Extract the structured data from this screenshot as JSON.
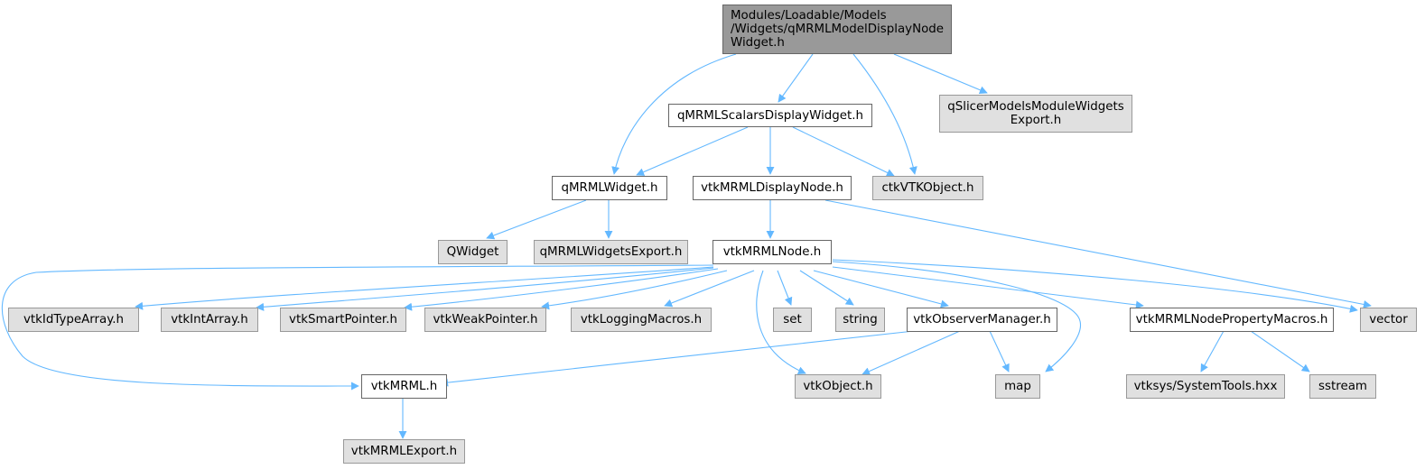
{
  "colors": {
    "edge": "#63b8ff",
    "root_fill": "#999999",
    "node_fill": "#ffffff",
    "system_fill": "#e0e0e0",
    "border_dark": "#666666",
    "border_light": "#999999"
  },
  "nodes": {
    "root": "Modules/Loadable/Models\n/Widgets/qMRMLModelDisplayNode\nWidget.h",
    "qmrml_scalars": "qMRMLScalarsDisplayWidget.h",
    "qslicer_export": "qSlicerModelsModuleWidgets\nExport.h",
    "qmrml_widget": "qMRMLWidget.h",
    "vtkmrml_display_node": "vtkMRMLDisplayNode.h",
    "ctkvtkobject": "ctkVTKObject.h",
    "qwidget": "QWidget",
    "qmrml_widgets_export": "qMRMLWidgetsExport.h",
    "vtkmrml_node": "vtkMRMLNode.h",
    "vtkidtypearray": "vtkIdTypeArray.h",
    "vtkintarray": "vtkIntArray.h",
    "vtksmartpointer": "vtkSmartPointer.h",
    "vtkweakpointer": "vtkWeakPointer.h",
    "vtkloggingmacros": "vtkLoggingMacros.h",
    "set": "set",
    "string": "string",
    "vtkobservermanager": "vtkObserverManager.h",
    "vtkmrml_node_property_macros": "vtkMRMLNodePropertyMacros.h",
    "vector": "vector",
    "vtkmrml": "vtkMRML.h",
    "vtkobject": "vtkObject.h",
    "map": "map",
    "vtksys_systemtools": "vtksys/SystemTools.hxx",
    "sstream": "sstream",
    "vtkmrml_export": "vtkMRMLExport.h"
  }
}
